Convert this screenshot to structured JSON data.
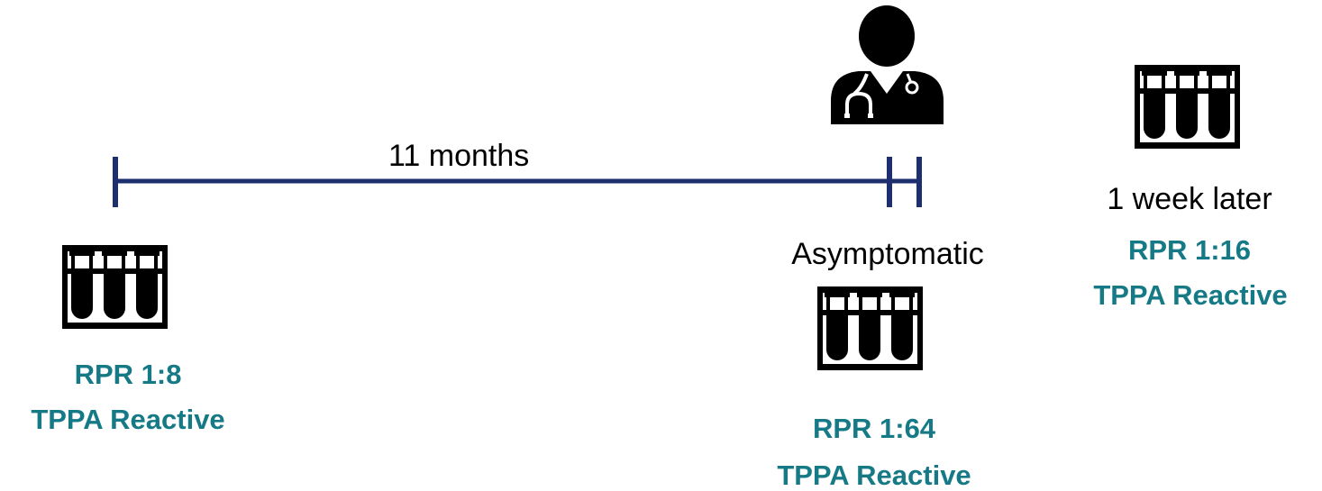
{
  "timeline": {
    "interval_label": "11 months"
  },
  "events": [
    {
      "id": "baseline",
      "rpr": "RPR 1:8",
      "tppa": "TPPA Reactive"
    },
    {
      "id": "visit",
      "status": "Asymptomatic",
      "rpr": "RPR 1:64",
      "tppa": "TPPA Reactive"
    },
    {
      "id": "followup",
      "timing": "1 week later",
      "rpr": "RPR 1:16",
      "tppa": "TPPA Reactive"
    }
  ],
  "colors": {
    "timeline": "#1d2f6e",
    "result_text": "#167a86",
    "icon": "#000000"
  },
  "icons": {
    "test_tubes": "test-tube-rack-icon",
    "clinician": "doctor-icon"
  }
}
